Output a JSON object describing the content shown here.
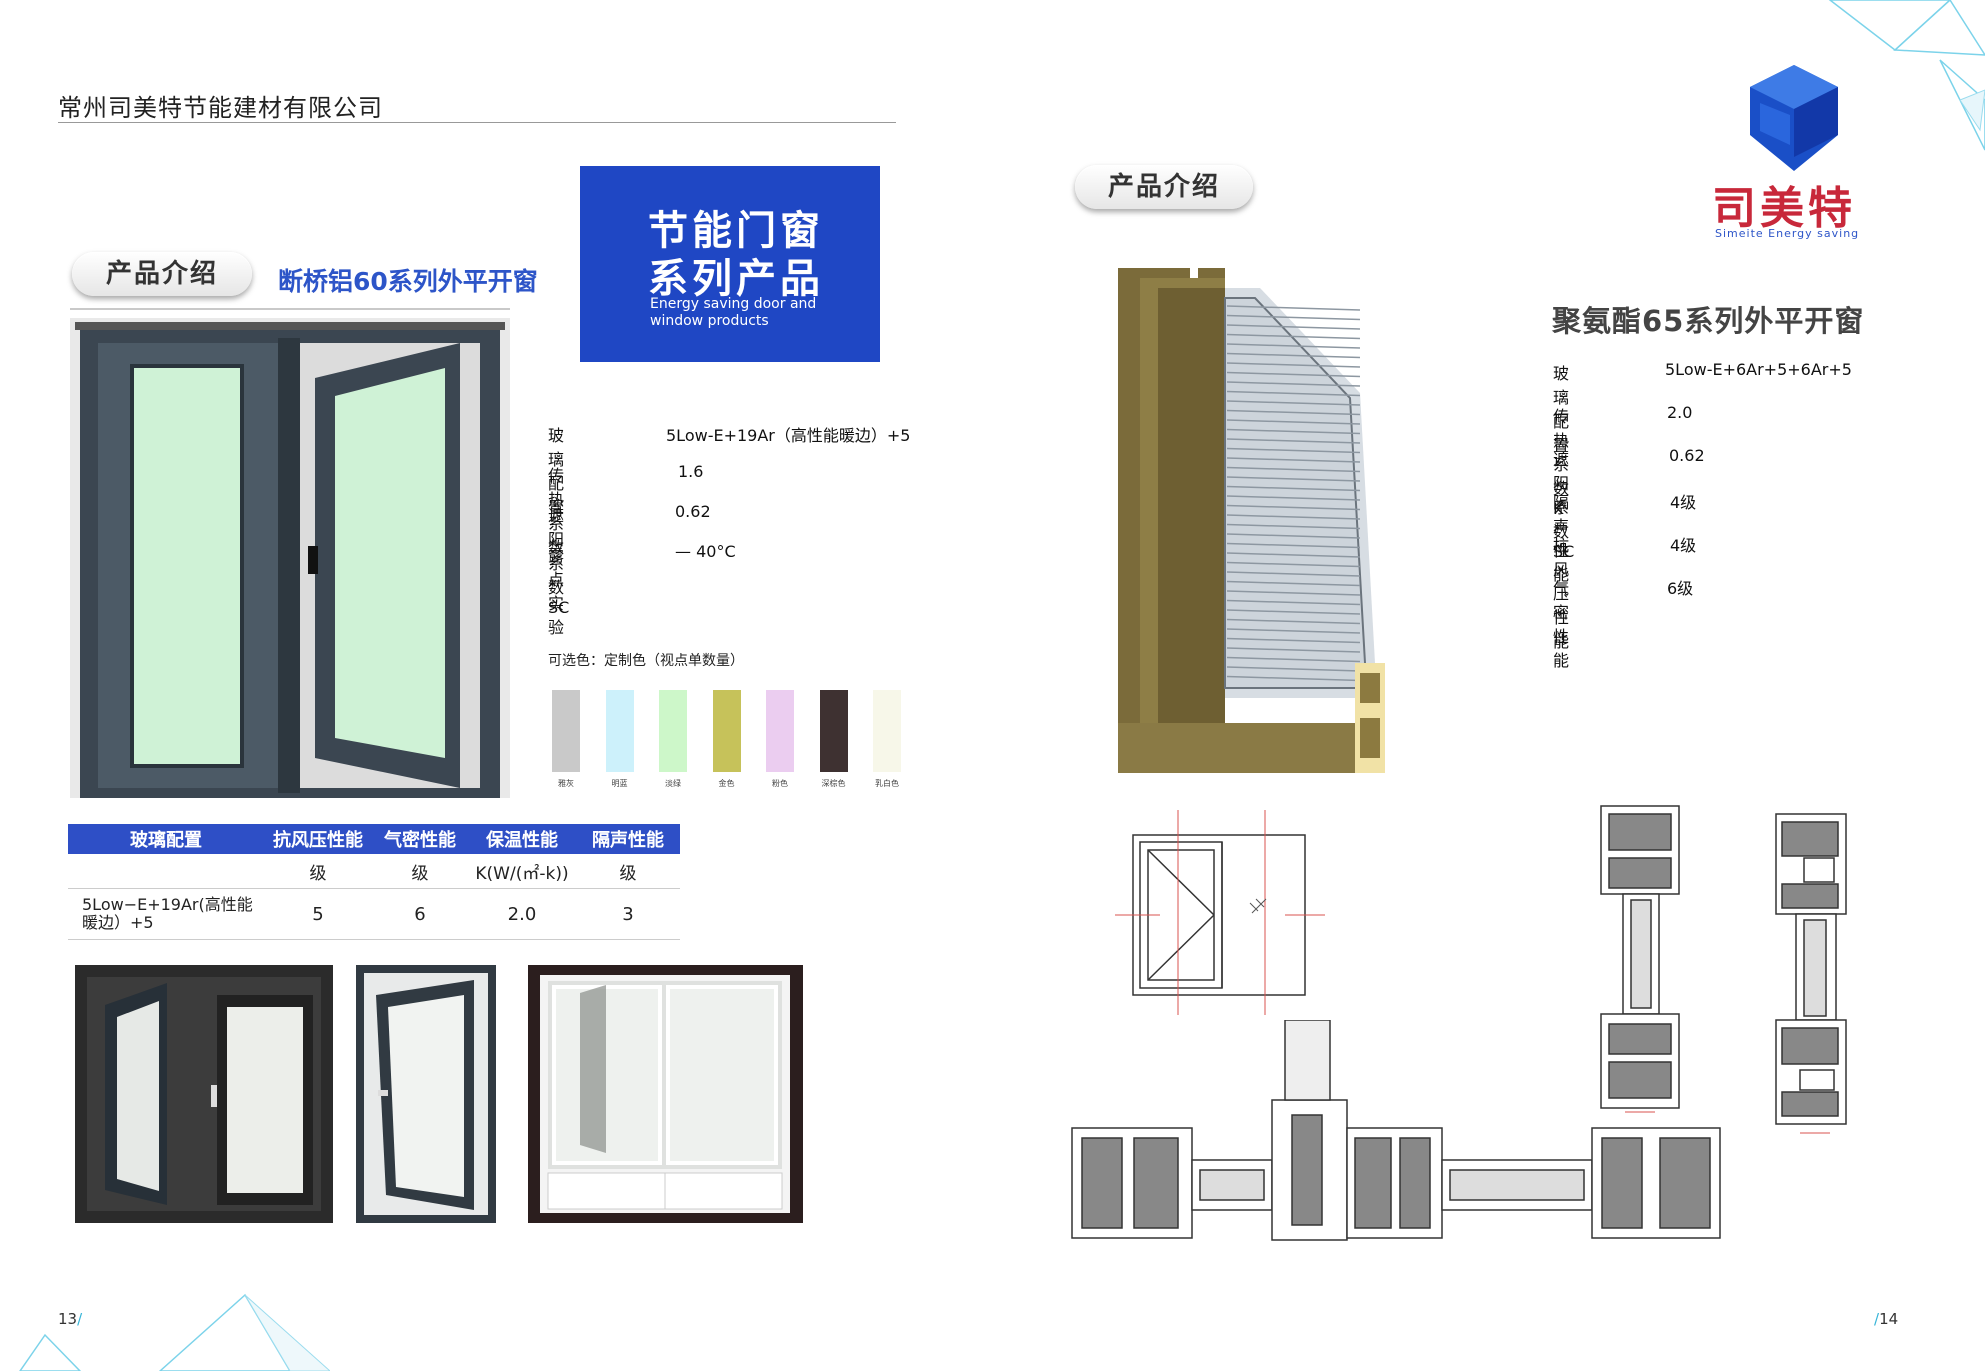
{
  "header": {
    "company": "常州司美特节能建材有限公司"
  },
  "left": {
    "section_title": "产品介绍",
    "series_title": "断桥铝60系列外平开窗",
    "banner": {
      "line1": "节能门窗",
      "line2": "系列产品",
      "english": "Energy saving door and window products"
    },
    "specs": [
      {
        "label": "玻璃配置",
        "value": "5Low-E+19Ar（高性能暖边）+5"
      },
      {
        "label": "传热系数",
        "value": "1.6"
      },
      {
        "label": "遮阳系数SC",
        "value": "0.62"
      },
      {
        "label": "露点实验",
        "value": "— 40°C"
      }
    ],
    "color_options_title": "可选色：定制色（视点单数量）",
    "swatches": [
      {
        "name": "雅灰",
        "color": "#c9c9c9"
      },
      {
        "name": "明蓝",
        "color": "#cdf1fb"
      },
      {
        "name": "淡绿",
        "color": "#cdf7c9"
      },
      {
        "name": "金色",
        "color": "#c6c25a"
      },
      {
        "name": "粉色",
        "color": "#ebcdf0"
      },
      {
        "name": "深棕色",
        "color": "#3e3131"
      },
      {
        "name": "乳白色",
        "color": "#f7f7e9"
      }
    ],
    "table": {
      "headers": [
        "玻璃配置",
        "抗风压性能",
        "气密性能",
        "保温性能",
        "隔声性能"
      ],
      "units": [
        "",
        "级",
        "级",
        "K(W/(㎡-k))",
        "级"
      ],
      "row": [
        "5Low−E+19Ar(高性能暖边）+5",
        "5",
        "6",
        "2.0",
        "3"
      ]
    },
    "page_number": "13"
  },
  "right": {
    "section_title": "产品介绍",
    "brand_cn": "司美特",
    "brand_en": "Simeite Energy saving",
    "series_title": "聚氨酯65系列外平开窗",
    "specs": [
      {
        "label": "玻璃配置",
        "value": "5Low-E+6Ar+5+6Ar+5"
      },
      {
        "label": "传热系数K",
        "value": "2.0"
      },
      {
        "label": "遮阳系数SC",
        "value": "0.62"
      },
      {
        "label": "隔 声 性 能",
        "value": "4级"
      },
      {
        "label": "抗风压性能",
        "value": "4级"
      },
      {
        "label": "气 密 性 能",
        "value": "6级"
      }
    ],
    "page_number": "14"
  },
  "colors": {
    "accent_blue": "#1f47c4",
    "brand_red": "#c8283a",
    "frame_gray": "#3b4651",
    "profile_bronze": "#8a7a45"
  }
}
